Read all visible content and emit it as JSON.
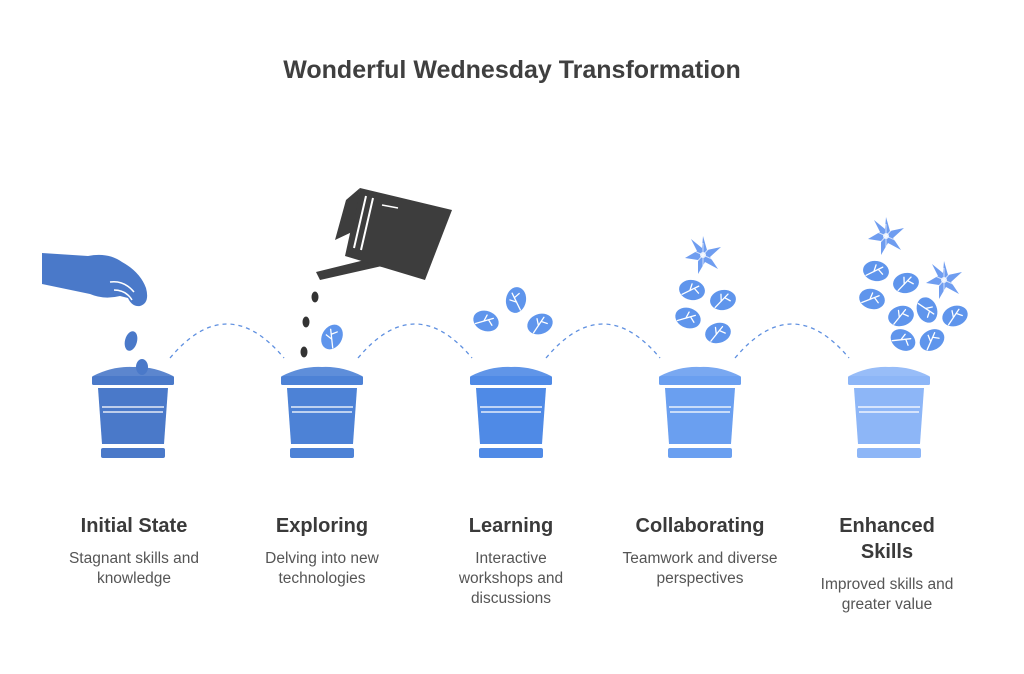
{
  "title": "Wonderful Wednesday Transformation",
  "colors": {
    "pot_1": "#4a79c9",
    "pot_2": "#4d82d6",
    "pot_3": "#4f8ae6",
    "pot_4": "#6a9ff0",
    "pot_5": "#8db6f7",
    "hand": "#4a79c9",
    "watering_can": "#3d3d3d",
    "leaf": "#5f95ec",
    "flower": "#6f9df0"
  },
  "stages": [
    {
      "name": "Initial State",
      "description": "Stagnant skills and knowledge"
    },
    {
      "name": "Exploring",
      "description": "Delving into new technologies"
    },
    {
      "name": "Learning",
      "description": "Interactive workshops and discussions"
    },
    {
      "name": "Collaborating",
      "description": "Teamwork and diverse perspectives"
    },
    {
      "name": "Enhanced Skills",
      "description": "Improved skills and greater value"
    }
  ]
}
